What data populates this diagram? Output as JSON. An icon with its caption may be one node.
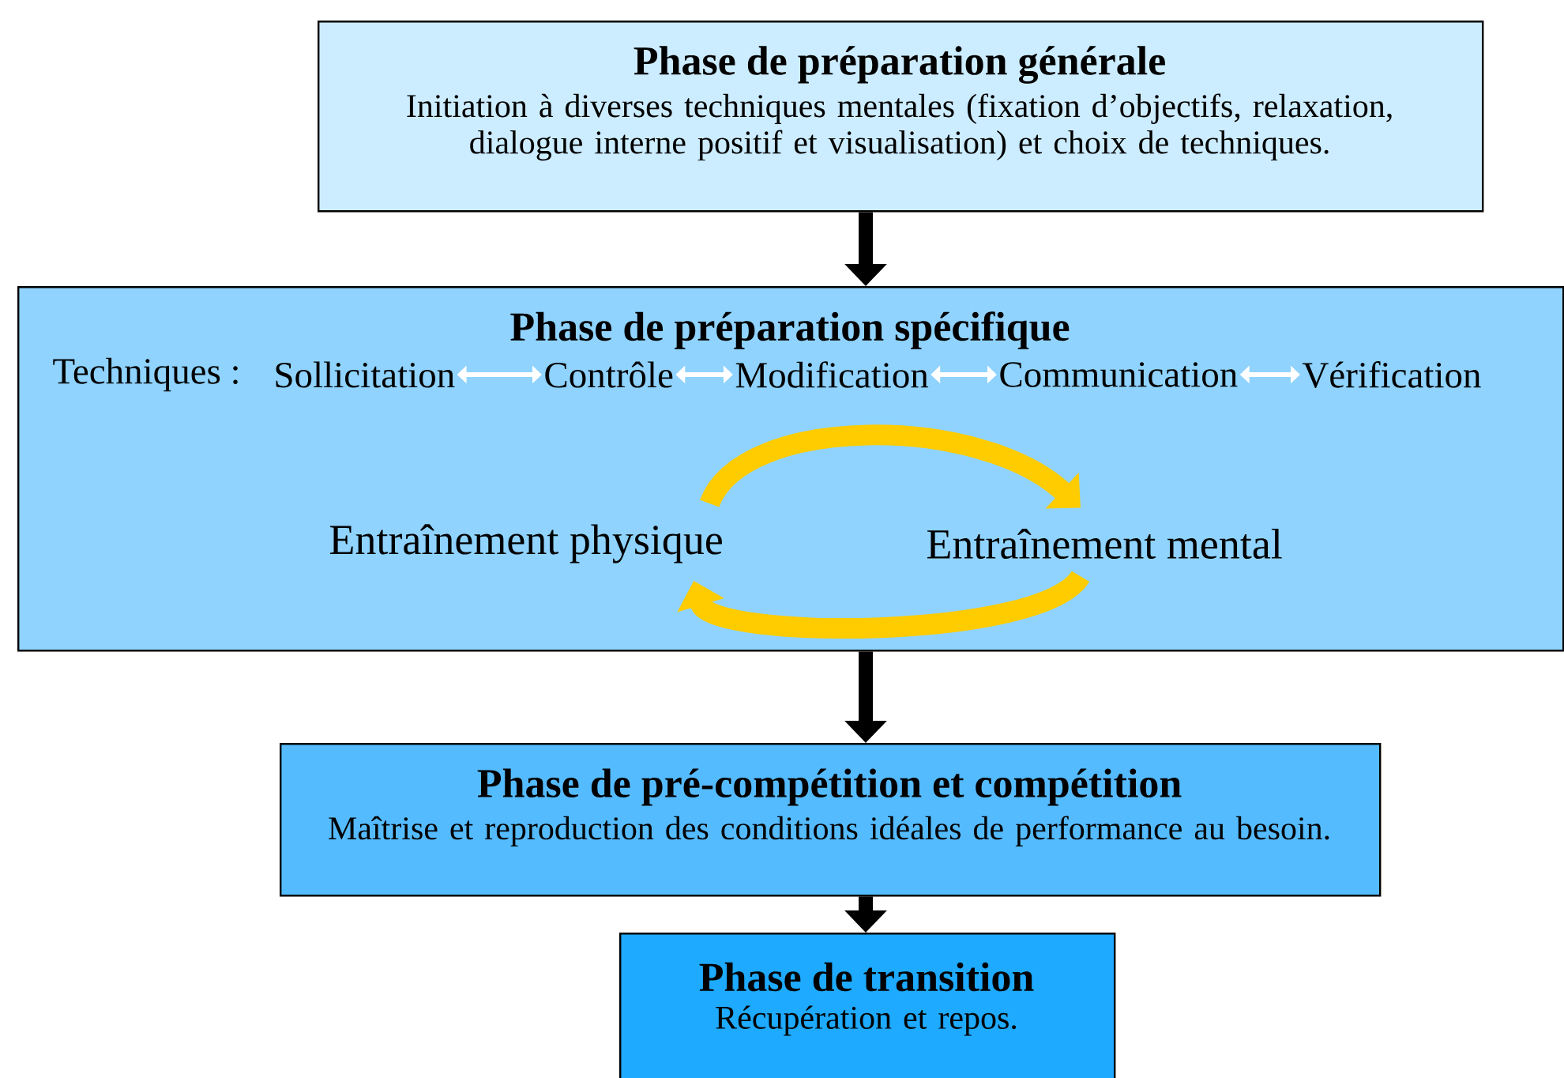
{
  "diagram": {
    "nodes": [
      {
        "text": [
          "Phase de préparation générale",
          "Initiation à diverses techniques mentales (fixation d’objectifs, relaxation, dialogue interne positif et visualisation) et choix de techniques."
        ]
      },
      {
        "text": [
          "Phase de préparation spécifique"
        ]
      },
      {
        "text": [
          "Sollicitation"
        ],
        "in": 1
      },
      {
        "text": [
          "Contrôle"
        ],
        "in": 1
      },
      {
        "text": [
          "Modification"
        ],
        "in": 1
      },
      {
        "text": [
          "Communication"
        ],
        "in": 1
      },
      {
        "text": [
          "Vérification"
        ],
        "in": 1
      },
      {
        "text": [
          "Entraînement physique"
        ],
        "in": 1
      },
      {
        "text": [
          "Entraînement mental"
        ],
        "in": 1
      },
      {
        "text": [
          "Phase de pré-compétition et compétition",
          "Maîtrise et reproduction des conditions idéales de performance au besoin."
        ]
      },
      {
        "text": [
          "Phase de transition",
          "Récupération et repos."
        ]
      }
    ],
    "edges": [
      {
        "from": 0,
        "to": 1,
        "arrow": "to",
        "color": "#000000"
      },
      {
        "from": 2,
        "to": 3,
        "arrow": "both",
        "color": "#ffffff"
      },
      {
        "from": 3,
        "to": 4,
        "arrow": "both",
        "color": "#ffffff"
      },
      {
        "from": 4,
        "to": 5,
        "arrow": "both",
        "color": "#ffffff"
      },
      {
        "from": 5,
        "to": 6,
        "arrow": "both",
        "color": "#ffffff"
      },
      {
        "from": 7,
        "to": 8,
        "arrow": "to",
        "color": "#ffcc00"
      },
      {
        "from": 8,
        "to": 7,
        "arrow": "to",
        "color": "#ffcc00"
      },
      {
        "from": 1,
        "to": 9,
        "arrow": "to",
        "color": "#000000"
      },
      {
        "from": 9,
        "to": 10,
        "arrow": "to",
        "color": "#000000"
      }
    ],
    "labels": [
      "Techniques :"
    ]
  }
}
